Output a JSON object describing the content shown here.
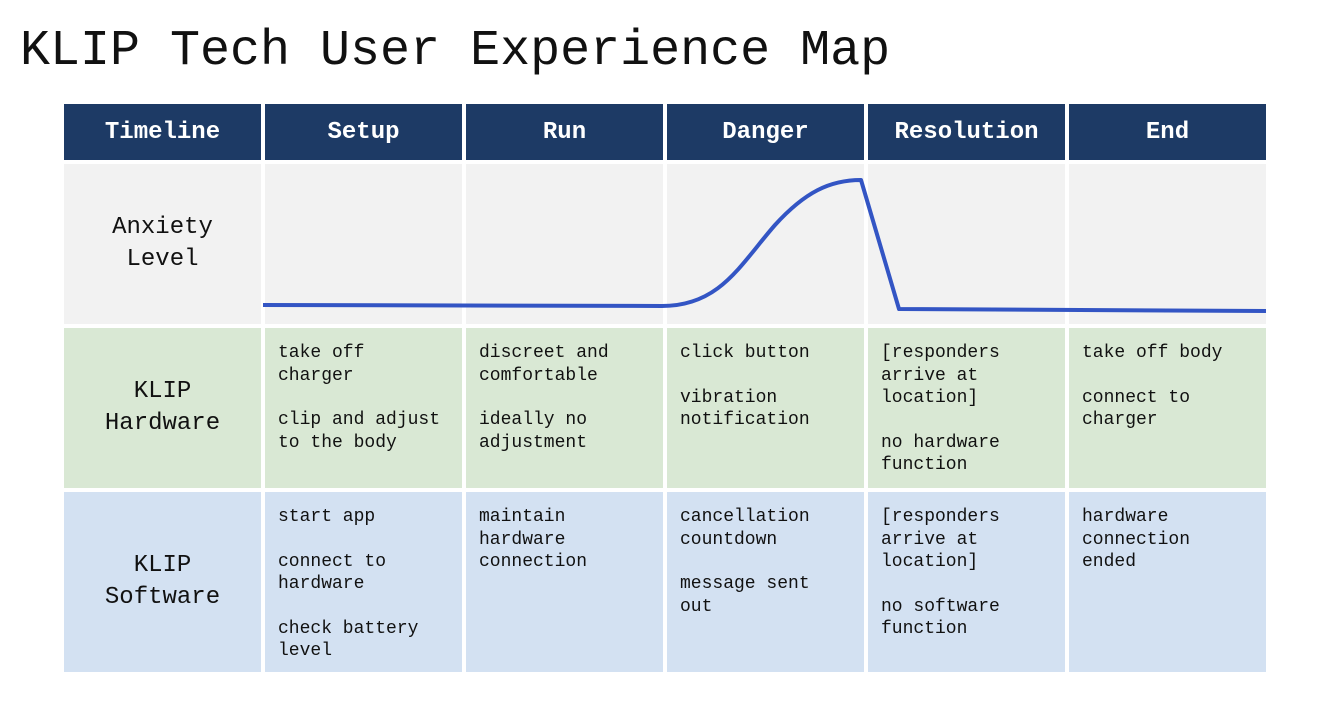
{
  "title": "KLIP Tech User Experience Map",
  "headers": [
    "Timeline",
    "Setup",
    "Run",
    "Danger",
    "Resolution",
    "End"
  ],
  "rows": {
    "anxiety": {
      "label": "Anxiety\nLevel"
    },
    "hardware": {
      "label": "KLIP\nHardware",
      "cells": [
        [
          "take off\ncharger",
          "clip and adjust\nto the body"
        ],
        [
          "discreet and\ncomfortable",
          "ideally no\nadjustment"
        ],
        [
          "click button",
          "vibration\nnotification"
        ],
        [
          "[responders\narrive at\nlocation]",
          "no hardware\nfunction"
        ],
        [
          "take off body",
          "connect to\ncharger"
        ]
      ]
    },
    "software": {
      "label": "KLIP\nSoftware",
      "cells": [
        [
          "start app",
          "connect to\nhardware",
          "check battery\nlevel"
        ],
        [
          "maintain\nhardware\nconnection"
        ],
        [
          "cancellation\ncountdown",
          "message sent\nout"
        ],
        [
          "[responders\narrive at\nlocation]",
          "no software\nfunction"
        ],
        [
          "hardware\nconnection\nended"
        ]
      ]
    }
  },
  "anxiety_curve": {
    "color": "#3355c4",
    "description_levels": {
      "Setup": 0.1,
      "Run": 0.1,
      "Danger": 0.95,
      "Resolution": 0.1,
      "End": 0.09
    }
  },
  "colors": {
    "header_bg": "#1d3a65",
    "anxiety_bg": "#f2f2f2",
    "hardware_bg": "#d9e8d4",
    "software_bg": "#d3e1f2"
  }
}
